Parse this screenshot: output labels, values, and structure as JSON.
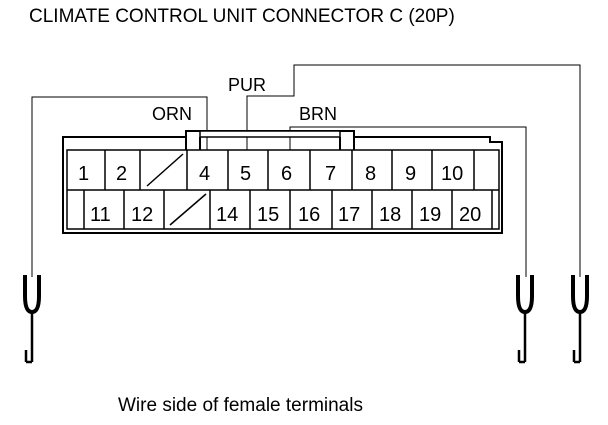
{
  "title": "CLIMATE CONTROL UNIT CONNECTOR C (20P)",
  "caption": "Wire side of female terminals",
  "wires": {
    "orn": "ORN",
    "pur": "PUR",
    "brn": "BRN"
  },
  "pins_top": [
    "1",
    "2",
    "",
    "4",
    "5",
    "6",
    "7",
    "8",
    "9",
    "10"
  ],
  "pins_bottom": [
    "",
    "11",
    "12",
    "",
    "14",
    "15",
    "16",
    "17",
    "18",
    "19",
    "20"
  ]
}
